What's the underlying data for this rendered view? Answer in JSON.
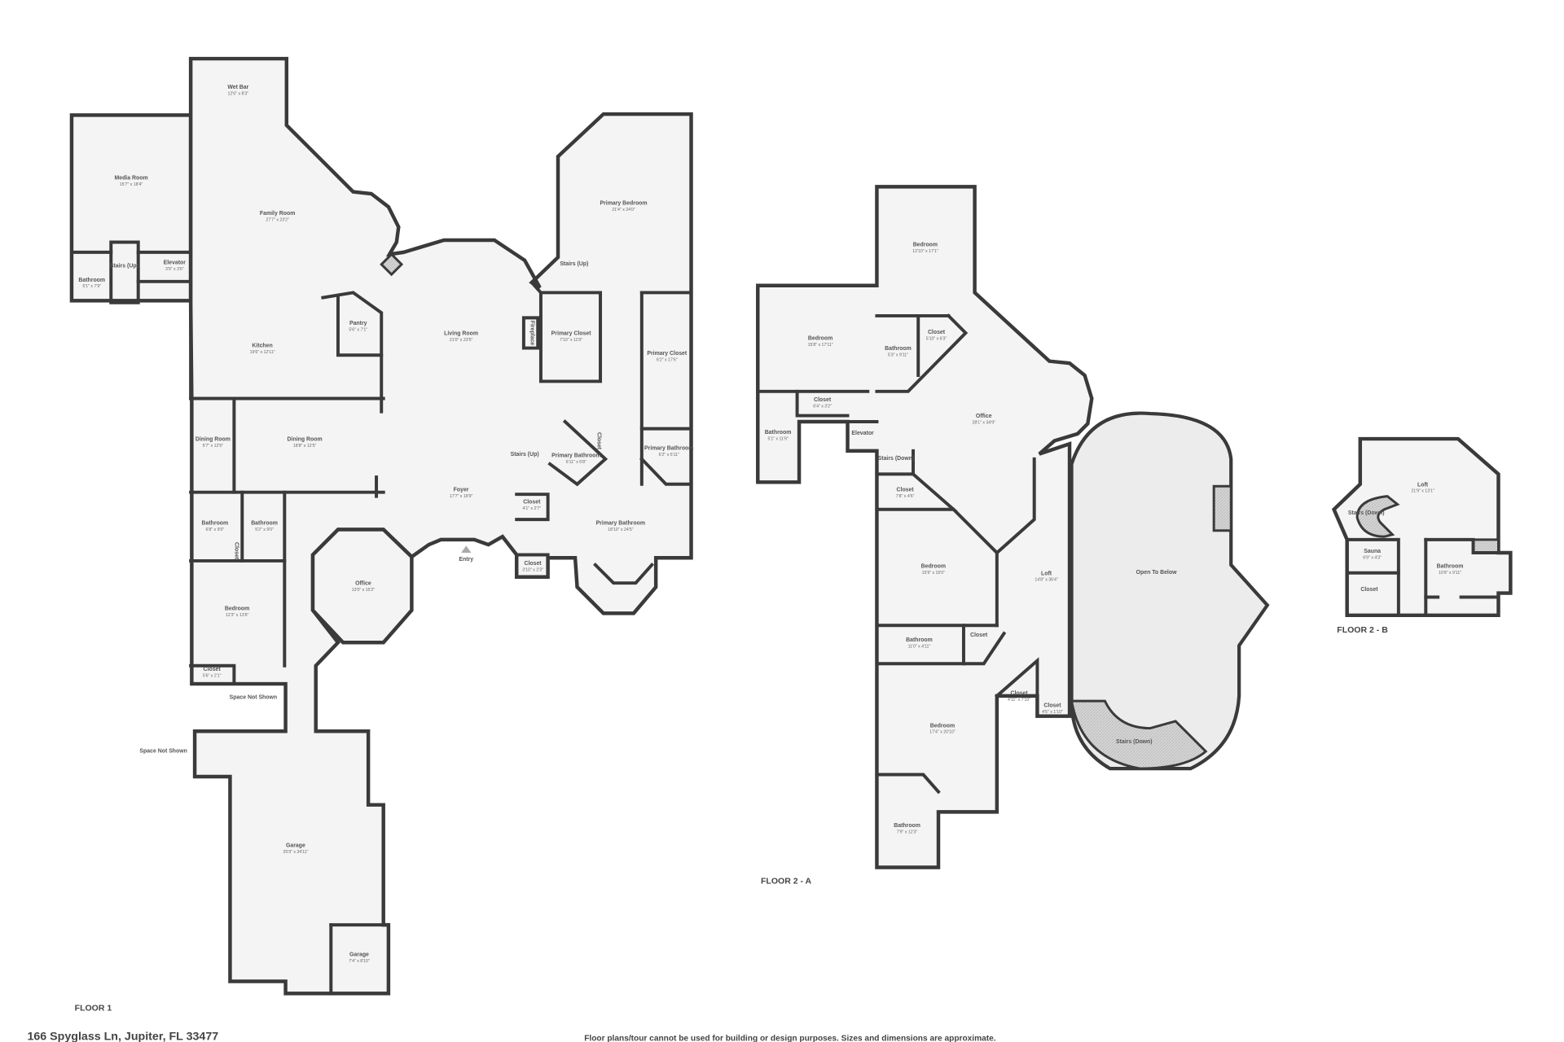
{
  "colors": {
    "wall": "#3a3a3a",
    "floor": "#f4f4f4",
    "open_to_below": "#ececec",
    "text": "#555555"
  },
  "floor1": {
    "label": "FLOOR 1",
    "rooms": [
      {
        "name": "Wet Bar",
        "dim": "12'6\" x 8'3\""
      },
      {
        "name": "Media Room",
        "dim": "15'7\" x 18'4\""
      },
      {
        "name": "Family Room",
        "dim": "27'7\" x 23'2\""
      },
      {
        "name": "Bathroom",
        "dim": "5'1\" x 7'9\""
      },
      {
        "name": "Stairs (Up)",
        "dim": ""
      },
      {
        "name": "Elevator",
        "dim": "3'9\" x 3'6\""
      },
      {
        "name": "Pantry",
        "dim": "5'6\" x 7'1\""
      },
      {
        "name": "Kitchen",
        "dim": "19'6\" x 12'11\""
      },
      {
        "name": "Living Room",
        "dim": "21'0\" x 23'5\""
      },
      {
        "name": "Fireplace",
        "dim": ""
      },
      {
        "name": "Primary Bedroom",
        "dim": "21'4\" x 24'0\""
      },
      {
        "name": "Stairs (Up)",
        "dim": ""
      },
      {
        "name": "Primary Closet",
        "dim": "7'10\" x 11'0\""
      },
      {
        "name": "Primary Closet",
        "dim": "6'2\" x 17'6\""
      },
      {
        "name": "Dining Room",
        "dim": "5'7\" x 12'5\""
      },
      {
        "name": "Dining Room",
        "dim": "18'8\" x 12'5\""
      },
      {
        "name": "Stairs (Up)",
        "dim": ""
      },
      {
        "name": "Primary Bathroom",
        "dim": "6'11\" x 5'8\""
      },
      {
        "name": "Closet",
        "dim": ""
      },
      {
        "name": "Primary Bathroom",
        "dim": "6'2\" x 6'11\""
      },
      {
        "name": "Foyer",
        "dim": "17'7\" x 18'9\""
      },
      {
        "name": "Closet",
        "dim": "4'1\" x 2'7\""
      },
      {
        "name": "Bathroom",
        "dim": "6'8\" x 9'0\""
      },
      {
        "name": "Bathroom",
        "dim": "5'2\" x 9'0\""
      },
      {
        "name": "Closet",
        "dim": ""
      },
      {
        "name": "Primary Bathroom",
        "dim": "18'10\" x 24'5\""
      },
      {
        "name": "Entry",
        "dim": ""
      },
      {
        "name": "Closet",
        "dim": "3'10\" x 2'3\""
      },
      {
        "name": "Office",
        "dim": "13'0\" x 15'2\""
      },
      {
        "name": "Bedroom",
        "dim": "12'3\" x 13'6\""
      },
      {
        "name": "Closet",
        "dim": "5'6\" x 2'1\""
      },
      {
        "name": "Space Not Shown",
        "dim": ""
      },
      {
        "name": "Space Not Shown",
        "dim": ""
      },
      {
        "name": "Garage",
        "dim": "25'9\" x 34'11\""
      },
      {
        "name": "Garage",
        "dim": "7'4\" x 8'10\""
      }
    ]
  },
  "floor2a": {
    "label": "FLOOR 2 - A",
    "rooms": [
      {
        "name": "Bedroom",
        "dim": "12'10\" x 17'1\""
      },
      {
        "name": "Bedroom",
        "dim": "15'8\" x 17'11\""
      },
      {
        "name": "Closet",
        "dim": "5'10\" x 6'3\""
      },
      {
        "name": "Bathroom",
        "dim": "5'3\" x 9'11\""
      },
      {
        "name": "Closet",
        "dim": "6'4\" x 3'2\""
      },
      {
        "name": "Office",
        "dim": "28'1\" x 34'9\""
      },
      {
        "name": "Bathroom",
        "dim": "5'1\" x 11'9\""
      },
      {
        "name": "Elevator",
        "dim": ""
      },
      {
        "name": "Stairs (Down)",
        "dim": ""
      },
      {
        "name": "Closet",
        "dim": "7'8\" x 4'6\""
      },
      {
        "name": "Bedroom",
        "dim": "15'9\" x 15'0\""
      },
      {
        "name": "Loft",
        "dim": "14'8\" x 36'4\""
      },
      {
        "name": "Open To Below",
        "dim": ""
      },
      {
        "name": "Bathroom",
        "dim": "11'0\" x 4'11\""
      },
      {
        "name": "Closet",
        "dim": ""
      },
      {
        "name": "Closet",
        "dim": "4'11\" x 7'10\""
      },
      {
        "name": "Closet",
        "dim": "4'5\" x 1'10\""
      },
      {
        "name": "Bedroom",
        "dim": "17'4\" x 20'10\""
      },
      {
        "name": "Stairs (Down)",
        "dim": ""
      },
      {
        "name": "Bathroom",
        "dim": "7'9\" x 12'3\""
      }
    ]
  },
  "floor2b": {
    "label": "FLOOR 2 - B",
    "rooms": [
      {
        "name": "Loft",
        "dim": "21'9\" x 13'1\""
      },
      {
        "name": "Stairs (Down)",
        "dim": ""
      },
      {
        "name": "Sauna",
        "dim": "6'9\" x 4'3\""
      },
      {
        "name": "Bathroom",
        "dim": "10'9\" x 9'11\""
      },
      {
        "name": "Closet",
        "dim": ""
      }
    ]
  },
  "footer": {
    "address": "166 Spyglass Ln, Jupiter, FL 33477",
    "disclaimer": "Floor plans/tour cannot be used for building or design purposes. Sizes and dimensions are approximate."
  }
}
